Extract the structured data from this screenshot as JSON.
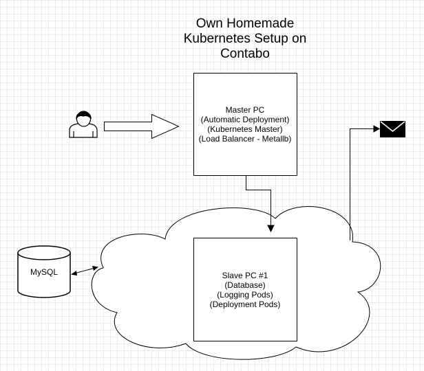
{
  "title": [
    "Own Homemade",
    "Kubernetes Setup on",
    "Contabo"
  ],
  "master": {
    "lines": [
      "Master PC",
      "(Automatic Deployment)",
      "(Kubernetes Master)",
      "(Load Balancer - Metallb)"
    ]
  },
  "slave": {
    "lines": [
      "Slave PC #1",
      "(Database)",
      "(Logging Pods)",
      "(Deployment Pods)"
    ]
  },
  "database": {
    "label": "MySQL"
  },
  "icons": {
    "user": "user-icon",
    "mail": "mail-icon",
    "database": "database-icon",
    "cloud": "cloud-shape"
  },
  "colors": {
    "stroke": "#000000",
    "fill": "#ffffff",
    "grid": "#ececec"
  }
}
